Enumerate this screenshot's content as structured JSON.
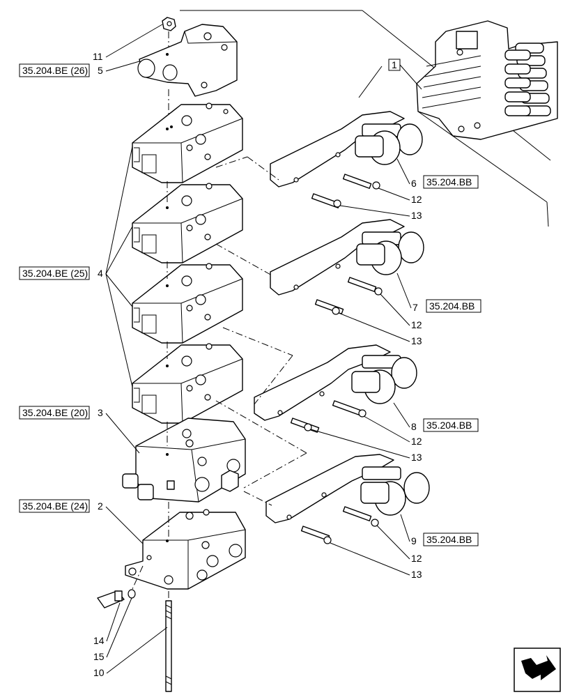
{
  "reference_boxes": [
    {
      "id": "ref-26",
      "text": "35.204.BE (26)"
    },
    {
      "id": "ref-25",
      "text": "35.204.BE (25)"
    },
    {
      "id": "ref-20",
      "text": "35.204.BE (20)"
    },
    {
      "id": "ref-24",
      "text": "35.204.BE (24)"
    },
    {
      "id": "ref-bb6",
      "text": "35.204.BB"
    },
    {
      "id": "ref-bb7",
      "text": "35.204.BB"
    },
    {
      "id": "ref-bb8",
      "text": "35.204.BB"
    },
    {
      "id": "ref-bb9",
      "text": "35.204.BB"
    }
  ],
  "callouts": {
    "c1": "1",
    "c2": "2",
    "c3": "3",
    "c4": "4",
    "c5": "5",
    "c6": "6",
    "c7": "7",
    "c8": "8",
    "c9": "9",
    "c10": "10",
    "c11": "11",
    "c12a": "12",
    "c12b": "12",
    "c12c": "12",
    "c12d": "12",
    "c13a": "13",
    "c13b": "13",
    "c13c": "13",
    "c13d": "13",
    "c14": "14",
    "c15": "15"
  },
  "icons": {
    "assembly_thumbnail": "valve-assembly-thumbnail",
    "nav": "page-arrow-icon"
  }
}
